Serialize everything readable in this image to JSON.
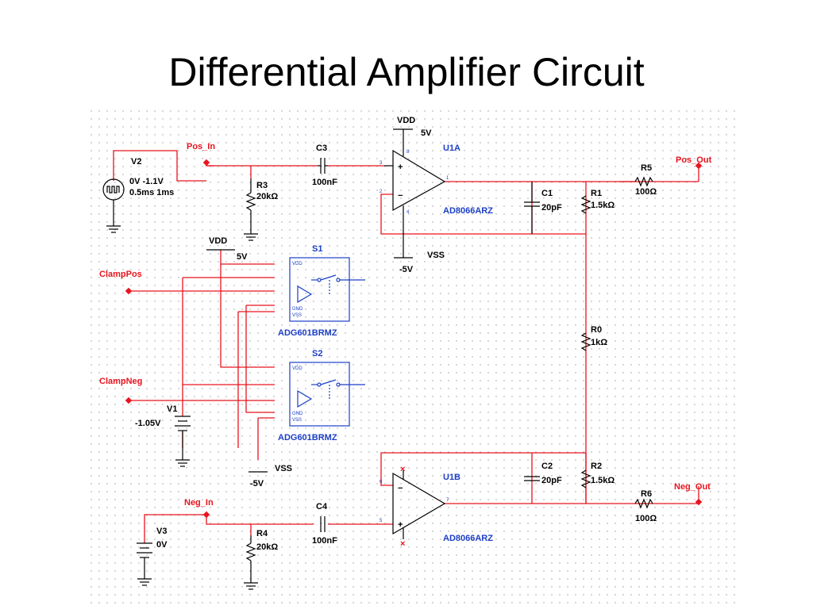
{
  "title": "Differential Amplifier Circuit",
  "components": {
    "v2": {
      "name": "V2",
      "value": "0V -1.1V",
      "timing": "0.5ms 1ms"
    },
    "pos_in": "Pos_In",
    "c3": {
      "name": "C3",
      "value": "100nF"
    },
    "r3": {
      "name": "R3",
      "value": "20kΩ"
    },
    "vdd_top": {
      "name": "VDD",
      "value": "5V"
    },
    "vss_top": {
      "name": "VSS",
      "value": "-5V"
    },
    "u1a": {
      "name": "U1A",
      "part": "AD8066ARZ"
    },
    "c1": {
      "name": "C1",
      "value": "20pF"
    },
    "r1": {
      "name": "R1",
      "value": "1.5kΩ"
    },
    "r5": {
      "name": "R5",
      "value": "100Ω"
    },
    "pos_out": "Pos_Out",
    "vdd_mid": {
      "name": "VDD",
      "value": "5V"
    },
    "s1": {
      "name": "S1",
      "part": "ADG601BRMZ"
    },
    "clamp_pos": "ClampPos",
    "r0": {
      "name": "R0",
      "value": "1kΩ"
    },
    "s2": {
      "name": "S2",
      "part": "ADG601BRMZ"
    },
    "clamp_neg": "ClampNeg",
    "v1": {
      "name": "V1",
      "value": "-1.05V"
    },
    "vss_mid": {
      "name": "VSS",
      "value": "-5V"
    },
    "u1b": {
      "name": "U1B",
      "part": "AD8066ARZ"
    },
    "c2": {
      "name": "C2",
      "value": "20pF"
    },
    "r2": {
      "name": "R2",
      "value": "1.5kΩ"
    },
    "r6": {
      "name": "R6",
      "value": "100Ω"
    },
    "neg_out": "Neg_Out",
    "neg_in": "Neg_In",
    "c4": {
      "name": "C4",
      "value": "100nF"
    },
    "r4": {
      "name": "R4",
      "value": "20kΩ"
    },
    "v3": {
      "name": "V3",
      "value": "0V"
    }
  },
  "ic_pins": {
    "vdd": "VDD",
    "gnd": "GND",
    "vss": "VSS",
    "pin_numbers": [
      "1",
      "2",
      "3",
      "4",
      "5",
      "6",
      "7",
      "8"
    ]
  },
  "colors": {
    "wire": "#e8141e",
    "ic": "#1c3fc7",
    "component": "#000000"
  }
}
